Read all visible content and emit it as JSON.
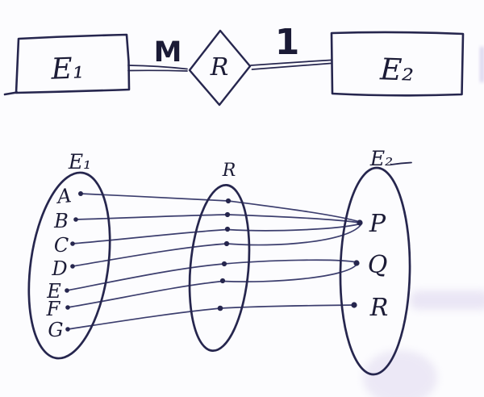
{
  "colors": {
    "ink": "#26264e",
    "ink_dark": "#1b1b36",
    "line": "#3c3e6e",
    "paper": "#fcfcfe",
    "smudge": "#cdc2e6"
  },
  "er_diagram": {
    "entity1": "E₁",
    "relationship": "R",
    "entity2": "E₂",
    "cardinality_left": "M",
    "cardinality_right": "1"
  },
  "mapping": {
    "left_set": {
      "label": "E₁",
      "elements": [
        "A",
        "B",
        "C",
        "D",
        "E",
        "F",
        "G"
      ]
    },
    "middle_set": {
      "label": "R",
      "dot_count": 7
    },
    "right_set": {
      "label": "E₂",
      "elements": [
        "P",
        "Q",
        "R"
      ]
    },
    "connections": [
      {
        "from": "A",
        "to": "P"
      },
      {
        "from": "B",
        "to": "P"
      },
      {
        "from": "C",
        "to": "P"
      },
      {
        "from": "D",
        "to": "P"
      },
      {
        "from": "E",
        "to": "Q"
      },
      {
        "from": "F",
        "to": "Q"
      },
      {
        "from": "G",
        "to": "R"
      }
    ]
  }
}
